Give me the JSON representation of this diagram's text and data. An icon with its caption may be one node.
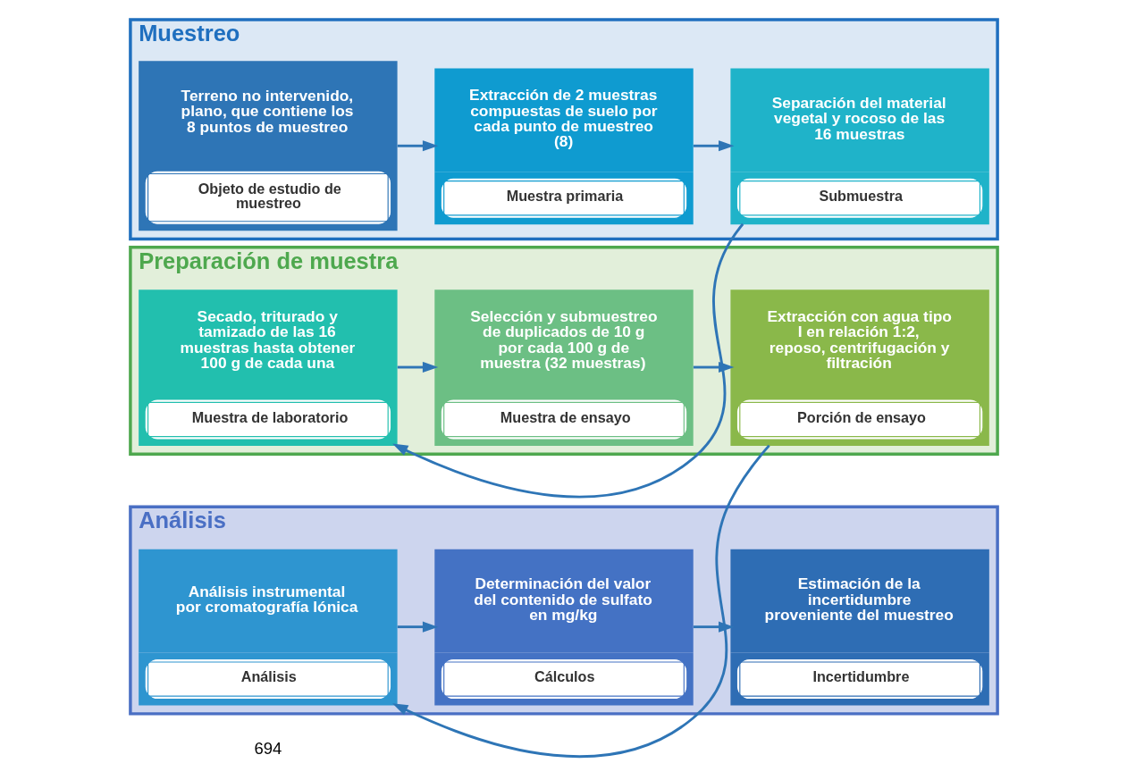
{
  "diagram": {
    "nodes": [
      {
        "text": [
          "Muestreo"
        ]
      },
      {
        "text": [
          "Terreno no intervenido, plano, que contiene los 8 puntos de muestreo",
          "Objeto de estudio de muestreo"
        ],
        "in": 0
      },
      {
        "text": [
          "Extracción de 2 muestras compuestas de suelo por cada punto de muestreo (8)",
          "Muestra primaria"
        ],
        "in": 0
      },
      {
        "text": [
          "Separación del material vegetal y rocoso de las 16 muestras",
          "Submuestra"
        ],
        "in": 0
      },
      {
        "text": [
          "Preparación de muestra"
        ]
      },
      {
        "text": [
          "Secado, triturado y tamizado de las 16 muestras hasta obtener 100 g de cada una",
          "Muestra de laboratorio"
        ],
        "in": 4
      },
      {
        "text": [
          "Selección y submuestreo de duplicados de 10 g por cada 100 g de muestra (32 muestras)",
          "Muestra de ensayo"
        ],
        "in": 4
      },
      {
        "text": [
          "Extracción con agua tipo I en relación 1:2, reposo, centrifugación y filtración",
          "Porción de ensayo"
        ],
        "in": 4
      },
      {
        "text": [
          "Análisis"
        ]
      },
      {
        "text": [
          "Análisis instrumental por cromatografía Iónica",
          "Análisis"
        ],
        "in": 8
      },
      {
        "text": [
          "Determinación del valor del contenido de sulfato en mg/kg",
          "Cálculos"
        ],
        "in": 8
      },
      {
        "text": [
          "Estimación de la incertidumbre proveniente del muestreo",
          "Incertidumbre"
        ],
        "in": 8
      }
    ],
    "edges": [
      {
        "from": 1,
        "to": 2,
        "arrow": "to"
      },
      {
        "from": 2,
        "to": 3,
        "arrow": "to"
      },
      {
        "from": 3,
        "to": 5,
        "arrow": "to"
      },
      {
        "from": 5,
        "to": 6,
        "arrow": "to"
      },
      {
        "from": 6,
        "to": 7,
        "arrow": "to"
      },
      {
        "from": 7,
        "to": 9,
        "arrow": "to"
      },
      {
        "from": 9,
        "to": 10,
        "arrow": "to"
      },
      {
        "from": 10,
        "to": 11,
        "arrow": "to"
      }
    ],
    "labels": [
      "694"
    ]
  }
}
